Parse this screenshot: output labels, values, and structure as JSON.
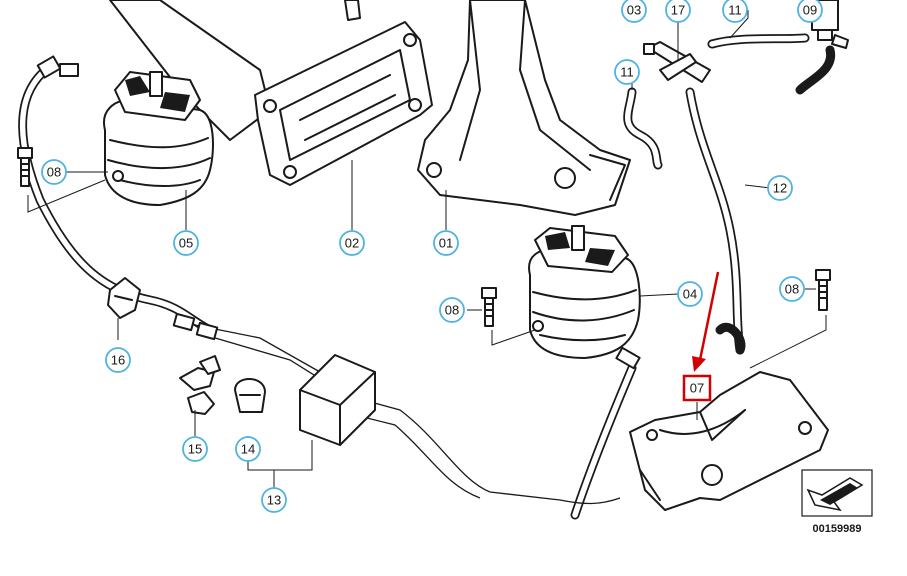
{
  "diagram": {
    "reference_number": "00159989",
    "highlighted_part": "07",
    "callouts": [
      {
        "id": "c01",
        "label": "01"
      },
      {
        "id": "c02",
        "label": "02"
      },
      {
        "id": "c03",
        "label": "03"
      },
      {
        "id": "c04",
        "label": "04"
      },
      {
        "id": "c05",
        "label": "05"
      },
      {
        "id": "c07",
        "label": "07"
      },
      {
        "id": "c08a",
        "label": "08"
      },
      {
        "id": "c08b",
        "label": "08"
      },
      {
        "id": "c08c",
        "label": "08"
      },
      {
        "id": "c09",
        "label": "09"
      },
      {
        "id": "c11a",
        "label": "11"
      },
      {
        "id": "c11b",
        "label": "11"
      },
      {
        "id": "c12",
        "label": "12"
      },
      {
        "id": "c13",
        "label": "13"
      },
      {
        "id": "c14",
        "label": "14"
      },
      {
        "id": "c15",
        "label": "15"
      },
      {
        "id": "c16",
        "label": "16"
      },
      {
        "id": "c17",
        "label": "17"
      }
    ],
    "colors": {
      "callout_ring": "#4fb3e0",
      "highlight": "#d40000",
      "line_art": "#1a1a1a"
    }
  }
}
